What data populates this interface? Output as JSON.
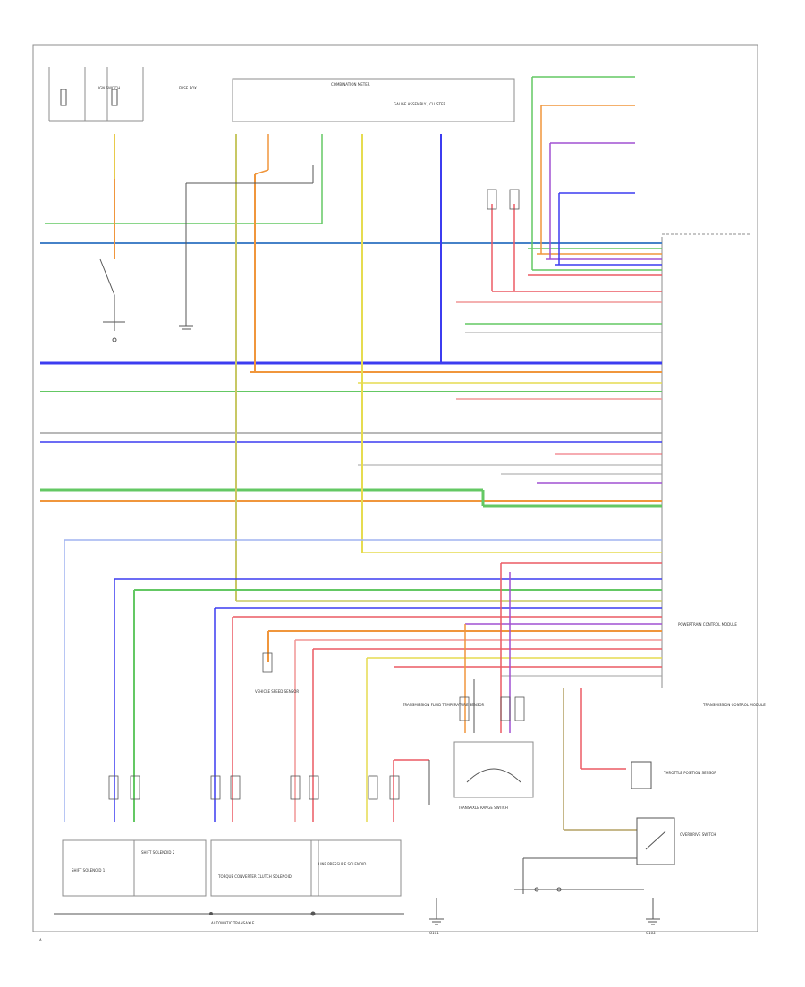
{
  "diagram": {
    "title": "",
    "colors": {
      "frame": "#8c8c8c",
      "black": "#555555",
      "blue": "#3c3cf0",
      "lightblue": "#4682c8",
      "green": "#64c864",
      "yellow": "#e6dc50",
      "orange": "#f0963c",
      "red": "#ec5a64",
      "pink": "#f09696",
      "violet": "#a050d2",
      "tan": "#b4a064",
      "gray": "#a0a0a0"
    },
    "labels": {
      "pcm": "POWERTRAIN CONTROL MODULE",
      "tcm": "TRANSMISSION CONTROL MODULE",
      "combination_meter": "COMBINATION METER",
      "gauge_cluster": "GAUGE ASSEMBLY / CLUSTER",
      "transaxle_range": "TRANSAXLE RANGE SWITCH",
      "shift_solenoid_1": "SHIFT SOLENOID 1",
      "shift_solenoid_2": "SHIFT SOLENOID 2",
      "torque_converter": "TORQUE CONVERTER CLUTCH SOLENOID",
      "line_pressure": "LINE PRESSURE SOLENOID",
      "vss": "VEHICLE SPEED SENSOR",
      "tft": "TRANSMISSION FLUID TEMPERATURE SENSOR",
      "throttle_position": "THROTTLE POSITION SENSOR",
      "overdrive_switch": "OVERDRIVE SWITCH",
      "ground_left": "G101",
      "ground_right": "G102",
      "page_ref": "A",
      "fuse_left": "FUSE BOX",
      "fuse_right": "IGN SWITCH",
      "bottom_label": "AUTOMATIC TRANSAXLE"
    }
  }
}
